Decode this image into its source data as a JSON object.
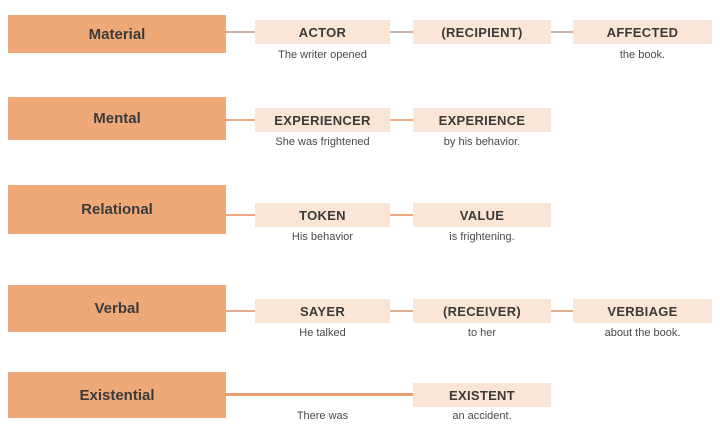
{
  "colors": {
    "process_box": "#EFA878",
    "role_box": "#FBE5D6",
    "label_text": "#3b3b3b",
    "example_text": "#4a4a4a",
    "background": "#ffffff"
  },
  "rows": [
    {
      "process": "Material",
      "connector_color": "#C7B3A7",
      "cells": [
        {
          "role": "ACTOR",
          "example": "The writer opened"
        },
        {
          "role": "(RECIPIENT)",
          "example": ""
        },
        {
          "role": "AFFECTED",
          "example": "the book."
        }
      ]
    },
    {
      "process": "Mental",
      "connector_color": "#ECAA84",
      "cells": [
        {
          "role": "EXPERIENCER",
          "example": "She was frightened"
        },
        {
          "role": "EXPERIENCE",
          "example": "by his behavior."
        }
      ]
    },
    {
      "process": "Relational",
      "connector_color": "#ECAA84",
      "cells": [
        {
          "role": "TOKEN",
          "example": "His behavior"
        },
        {
          "role": "VALUE",
          "example": "is frightening."
        }
      ]
    },
    {
      "process": "Verbal",
      "connector_color": "#E2AE93",
      "cells": [
        {
          "role": "SAYER",
          "example": "He talked"
        },
        {
          "role": "(RECEIVER)",
          "example": "to her"
        },
        {
          "role": "VERBIAGE",
          "example": "about the book."
        }
      ]
    },
    {
      "process": "Existential",
      "connector_color": "#E79E70",
      "pre_example": "There was",
      "cells": [
        {
          "role": "EXISTENT",
          "example": "an accident."
        }
      ]
    }
  ]
}
